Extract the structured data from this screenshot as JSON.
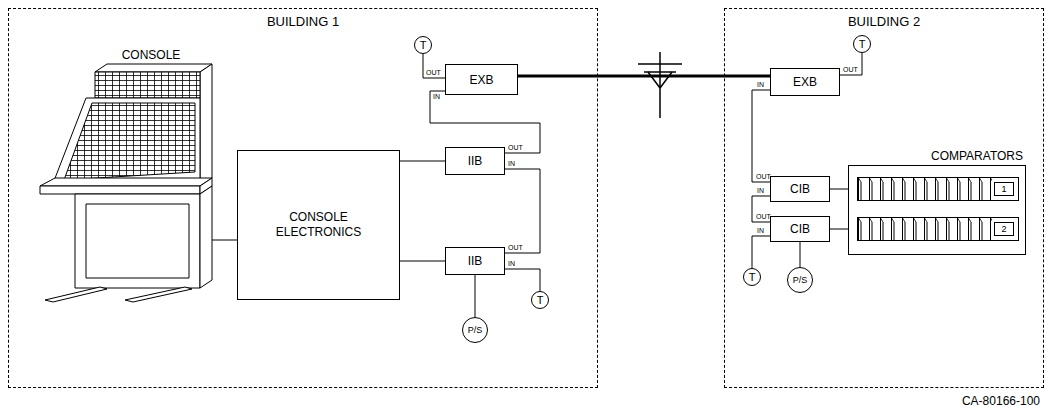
{
  "diagram": {
    "nodes": [
      {
        "text": [
          "BUILDING 1"
        ]
      },
      {
        "text": [
          "CONSOLE"
        ],
        "in": 0
      },
      {
        "text": [
          "CONSOLE ELECTRONICS"
        ],
        "in": 0
      },
      {
        "text": [
          "IIB"
        ],
        "in": 0
      },
      {
        "text": [
          "IIB"
        ],
        "in": 0
      },
      {
        "text": [
          "EXB"
        ],
        "in": 0
      },
      {
        "text": [
          "T"
        ],
        "in": 0
      },
      {
        "text": [
          "T"
        ],
        "in": 0
      },
      {
        "text": [
          "P/S"
        ],
        "in": 0
      },
      {
        "text": [
          "BUILDING 2"
        ]
      },
      {
        "text": [
          "EXB"
        ],
        "in": 9
      },
      {
        "text": [
          "T"
        ],
        "in": 9
      },
      {
        "text": [
          "CIB"
        ],
        "in": 9
      },
      {
        "text": [
          "CIB"
        ],
        "in": 9
      },
      {
        "text": [
          "COMPARATORS"
        ],
        "in": 9
      },
      {
        "text": [
          "1"
        ],
        "in": 14
      },
      {
        "text": [
          "2"
        ],
        "in": 14
      },
      {
        "text": [
          "T"
        ],
        "in": 9
      },
      {
        "text": [
          "P/S"
        ],
        "in": 9
      }
    ],
    "edges": [
      {
        "from": 1,
        "to": 2,
        "arrow": "none"
      },
      {
        "from": 2,
        "to": 3,
        "arrow": "none"
      },
      {
        "from": 2,
        "to": 4,
        "arrow": "none"
      },
      {
        "from": 3,
        "to": 4,
        "arrow": "none"
      },
      {
        "from": 5,
        "to": 3,
        "arrow": "none"
      },
      {
        "from": 6,
        "to": 5,
        "arrow": "none"
      },
      {
        "from": 4,
        "to": 7,
        "arrow": "none"
      },
      {
        "from": 4,
        "to": 8,
        "arrow": "none"
      },
      {
        "from": 5,
        "to": 10,
        "arrow": "none"
      },
      {
        "from": 11,
        "to": 10,
        "arrow": "none"
      },
      {
        "from": 10,
        "to": 12,
        "arrow": "none"
      },
      {
        "from": 12,
        "to": 13,
        "arrow": "none"
      },
      {
        "from": 13,
        "to": 17,
        "arrow": "none"
      },
      {
        "from": 13,
        "to": 18,
        "arrow": "none"
      },
      {
        "from": 12,
        "to": 15,
        "arrow": "none"
      },
      {
        "from": 13,
        "to": 16,
        "arrow": "none"
      }
    ],
    "labels": [
      "OUT",
      "IN",
      "OUT",
      "IN",
      "OUT",
      "IN",
      "OUT",
      "IN",
      "OUT",
      "IN",
      "OUT",
      "IN",
      "CA-80166-100"
    ]
  }
}
